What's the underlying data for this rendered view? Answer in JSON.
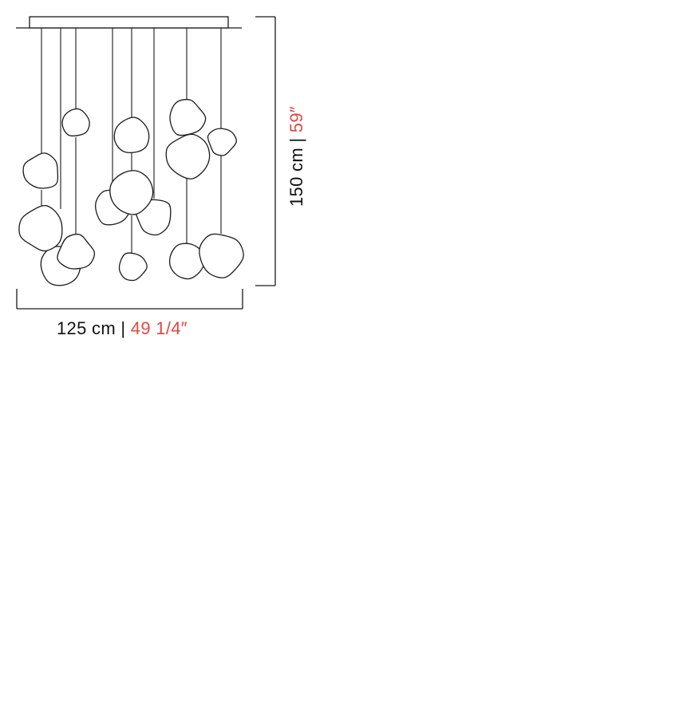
{
  "dimensions": {
    "width": {
      "metric": "125 cm",
      "separator": " | ",
      "imperial": "49 1/4″"
    },
    "height": {
      "metric": "150 cm",
      "separator": " | ",
      "imperial": "59″"
    }
  },
  "colors": {
    "line": "#1a1a1a",
    "imperial_accent": "#e2473f"
  }
}
